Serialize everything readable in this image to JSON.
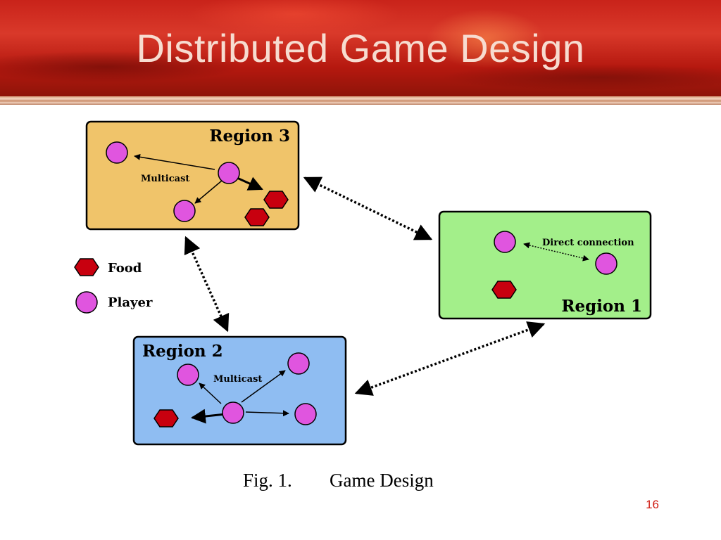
{
  "slide": {
    "title": "Distributed Game Design",
    "page_number": "16"
  },
  "diagram": {
    "regions": [
      {
        "label": "Region 3",
        "fill": "#f0c46a"
      },
      {
        "label": "Region 1",
        "fill": "#a3ef8a"
      },
      {
        "label": "Region 2",
        "fill": "#8fbdf2"
      }
    ],
    "annotations": {
      "region3_multicast": "Multicast",
      "region2_multicast": "Multicast",
      "direct_connection": "Direct connection"
    },
    "legend": {
      "food": "Food",
      "player": "Player"
    },
    "caption": {
      "fig": "Fig. 1.",
      "text": "Game Design"
    },
    "colors": {
      "player": "#e055df",
      "food": "#c8000f",
      "header_red": "#c9231a"
    }
  }
}
